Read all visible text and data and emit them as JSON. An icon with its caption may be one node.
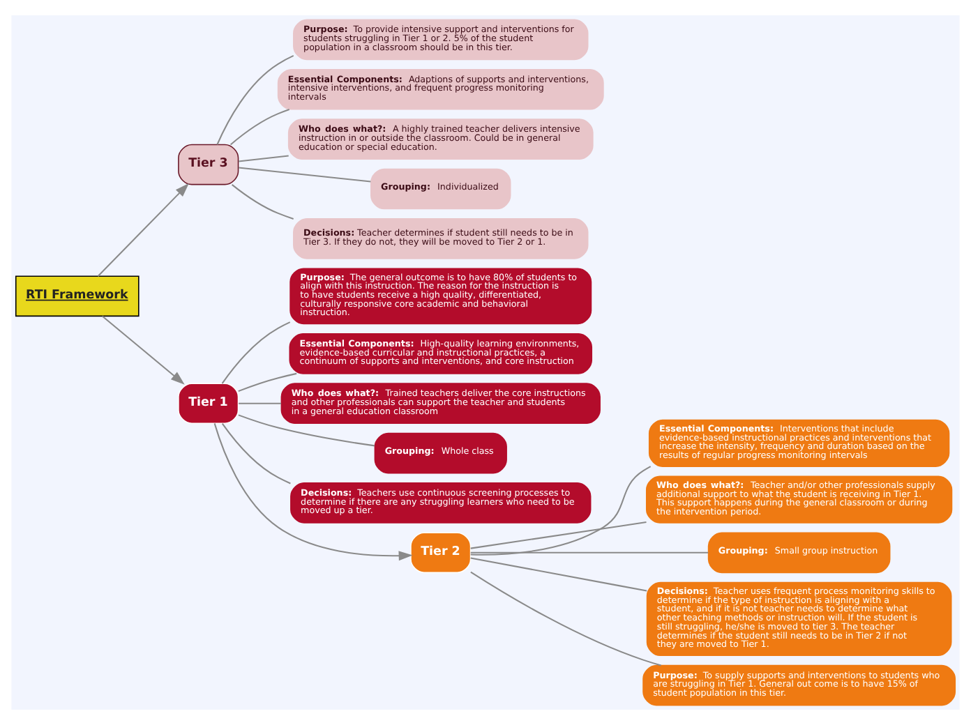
{
  "diagram": {
    "nodes": [
      {
        "text": [
          "RTI Framework"
        ]
      },
      {
        "text": [
          "Tier 3"
        ]
      },
      {
        "text": [
          "**Purpose:** To provide intensive support and interventions for students struggling in Tier 1 or 2. 5% of the student population in a classroom should be in this tier."
        ]
      },
      {
        "text": [
          "**Essential Components:** Adaptions of supports and interventions, intensive interventions, and frequent progress monitoring intervals"
        ]
      },
      {
        "text": [
          "**Who does what?:** A highly trained teacher delivers intensive instruction in or outside the classroom. Could be in general education or special education."
        ]
      },
      {
        "text": [
          "**Grouping:** Individualized"
        ]
      },
      {
        "text": [
          "**Decisions:**Teacher determines if student still needs to be in Tier 3. If they do not, they will be moved to Tier 2 or 1."
        ]
      },
      {
        "text": [
          "Tier 1"
        ]
      },
      {
        "text": [
          "**Purpose:** The general outcome is to have 80% of students to align with this instruction. The reason for the instruction is to have students receive a high quality, differentiated, culturally responsive core academic and behavioral instruction."
        ]
      },
      {
        "text": [
          "**Essential Components:** High-quality learning environments, evidence-based curricular and instructional practices, a continuum of supports and interventions, and core instruction"
        ]
      },
      {
        "text": [
          "**Who does what?:** Trained teachers deliver the core instructions and other professionals can support the teacher and students in a general education classroom"
        ]
      },
      {
        "text": [
          "**Grouping:** Whole class"
        ]
      },
      {
        "text": [
          "**Decisions:** Teachers use continuous screening processes to determine if there are any struggling learners who need to be moved up a tier."
        ]
      },
      {
        "text": [
          "Tier 2"
        ]
      },
      {
        "text": [
          "**Essential Components:** Interventions that include evidence-based instructional practices and interventions that increase the intensity, frequency and duration based on the results of regular progress monitoring intervals"
        ]
      },
      {
        "text": [
          "**Who does what?:** Teacher and/or other professionals supply additional support to what the student is receiving in Tier 1. This support happens during the general classroom or during the intervention period."
        ]
      },
      {
        "text": [
          "**Grouping:** Small group instruction"
        ]
      },
      {
        "text": [
          "**Decisions:** Teacher uses frequent process monitoring skills to determine if the type of instruction is aligning with a student, and if it is not teacher needs to determine what other teaching methods or instruction will. If the student is still struggling, he/she is moved to tier 3. The teacher determines if the student still needs to be in Tier 2 if not they are moved to Tier 1."
        ]
      },
      {
        "text": [
          "**Purpose:** To supply supports and interventions to students who are struggling in Tier 1. General out come is to have 15% of student population in this tier."
        ]
      }
    ],
    "edges": [
      {
        "from": 0,
        "to": 1,
        "arrow": "to"
      },
      {
        "from": 1,
        "to": 2,
        "arrow": "none"
      },
      {
        "from": 1,
        "to": 3,
        "arrow": "none"
      },
      {
        "from": 1,
        "to": 4,
        "arrow": "none"
      },
      {
        "from": 1,
        "to": 5,
        "arrow": "none"
      },
      {
        "from": 1,
        "to": 6,
        "arrow": "none"
      },
      {
        "from": 0,
        "to": 7,
        "arrow": "to"
      },
      {
        "from": 7,
        "to": 8,
        "arrow": "none"
      },
      {
        "from": 7,
        "to": 9,
        "arrow": "none"
      },
      {
        "from": 7,
        "to": 10,
        "arrow": "none"
      },
      {
        "from": 7,
        "to": 11,
        "arrow": "none"
      },
      {
        "from": 7,
        "to": 12,
        "arrow": "none"
      },
      {
        "from": 7,
        "to": 13,
        "arrow": "to"
      },
      {
        "from": 13,
        "to": 14,
        "arrow": "none"
      },
      {
        "from": 13,
        "to": 15,
        "arrow": "none"
      },
      {
        "from": 13,
        "to": 16,
        "arrow": "none"
      },
      {
        "from": 13,
        "to": 17,
        "arrow": "none"
      },
      {
        "from": 13,
        "to": 18,
        "arrow": "none"
      }
    ]
  }
}
